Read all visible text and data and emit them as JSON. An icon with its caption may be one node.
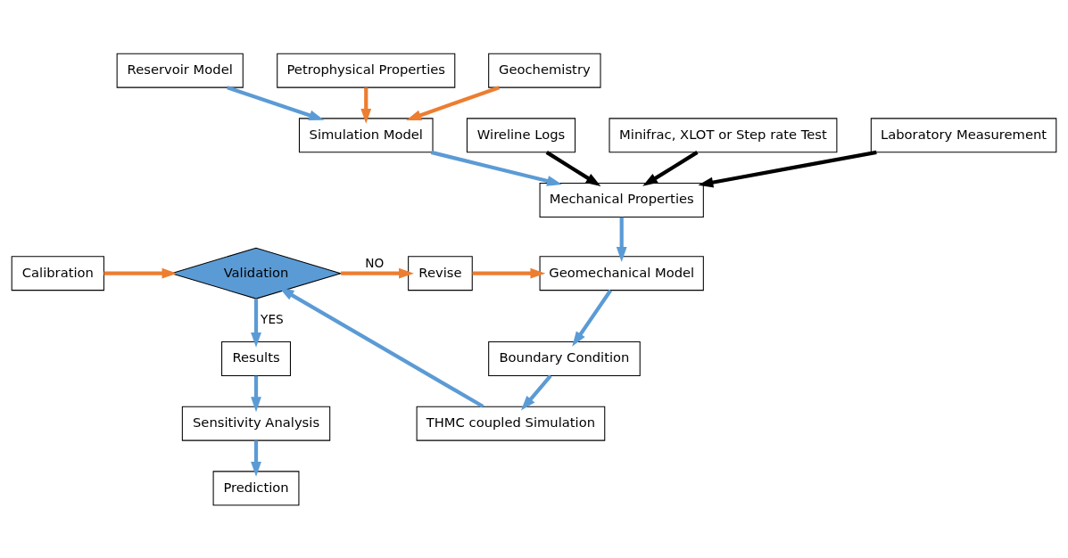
{
  "diagram": {
    "nodes": [
      {
        "text": [
          "Reservoir Model"
        ]
      },
      {
        "text": [
          "Petrophysical Properties"
        ]
      },
      {
        "text": [
          "Geochemistry"
        ]
      },
      {
        "text": [
          "Simulation Model"
        ]
      },
      {
        "text": [
          "Wireline Logs"
        ]
      },
      {
        "text": [
          "Minifrac, XLOT or Step rate Test"
        ]
      },
      {
        "text": [
          "Mechanical Properties"
        ]
      },
      {
        "text": [
          "Laboratory Measurement"
        ]
      },
      {
        "text": [
          "Geomechanical Model"
        ]
      },
      {
        "text": [
          "Boundary Condition"
        ]
      },
      {
        "text": [
          "THMC coupled Simulation"
        ]
      },
      {
        "text": [
          "Validation"
        ]
      },
      {
        "text": [
          "Calibration"
        ]
      },
      {
        "text": [
          "Revise"
        ]
      },
      {
        "text": [
          "Results"
        ]
      },
      {
        "text": [
          "Sensitivity Analysis"
        ]
      },
      {
        "text": [
          "Prediction"
        ]
      }
    ],
    "edges": [
      {
        "from": 0,
        "to": 3,
        "arrow": "to"
      },
      {
        "from": 1,
        "to": 3,
        "arrow": "to",
        "color": "#ed7d31"
      },
      {
        "from": 2,
        "to": 3,
        "arrow": "to",
        "color": "#ed7d31"
      },
      {
        "from": 3,
        "to": 6,
        "arrow": "to"
      },
      {
        "from": 4,
        "to": 6,
        "arrow": "to",
        "color": "#000000"
      },
      {
        "from": 5,
        "to": 6,
        "arrow": "to",
        "color": "#000000"
      },
      {
        "from": 7,
        "to": 6,
        "arrow": "to",
        "color": "#000000"
      },
      {
        "from": 6,
        "to": 8,
        "arrow": "to"
      },
      {
        "from": 8,
        "to": 9,
        "arrow": "to"
      },
      {
        "from": 9,
        "to": 10,
        "arrow": "to"
      },
      {
        "from": 10,
        "to": 11,
        "arrow": "to"
      },
      {
        "from": 12,
        "to": 11,
        "arrow": "to",
        "color": "#ed7d31"
      },
      {
        "from": 11,
        "to": 13,
        "label": "NO",
        "arrow": "to",
        "color": "#ed7d31"
      },
      {
        "from": 13,
        "to": 8,
        "arrow": "to",
        "color": "#ed7d31"
      },
      {
        "from": 11,
        "to": 14,
        "label": "YES",
        "arrow": "to"
      },
      {
        "from": 14,
        "to": 15,
        "arrow": "to"
      },
      {
        "from": 15,
        "to": 16,
        "arrow": "to"
      }
    ]
  }
}
